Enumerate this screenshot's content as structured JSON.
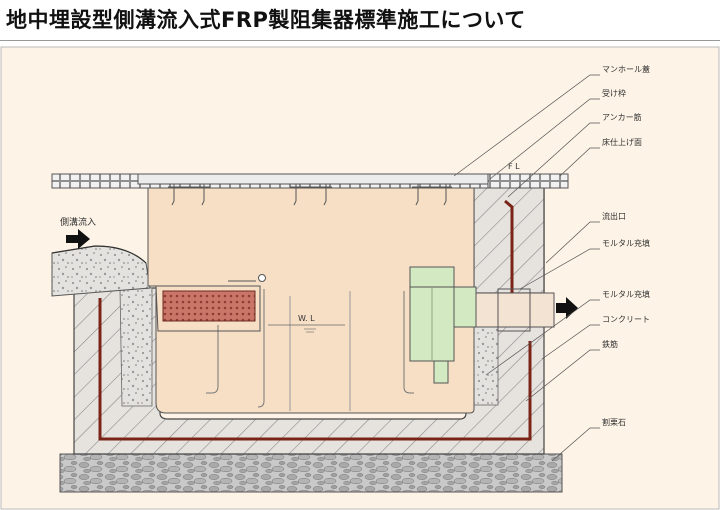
{
  "title": "地中埋設型側溝流入式FRP製阻集器標準施工について",
  "inflow_label": "側溝流入",
  "water_level_label": "W. L",
  "floor_level_label": "F L",
  "callouts": {
    "manhole_cover": "マンホール蓋",
    "receiving_frame": "受け枠",
    "anchor_bar": "アンカー筋",
    "floor_finish": "床仕上げ面",
    "outlet": "流出口",
    "mortar_fill_1": "モルタル充填",
    "mortar_fill_2": "モルタル充填",
    "concrete": "コンクリート",
    "rebar": "鉄筋",
    "crushed_stone": "割栗石"
  },
  "colors": {
    "background": "#fdf3e6",
    "tank": "#f7dfc6",
    "concrete": "#e6e3df",
    "gravel": "#c5c5c5",
    "rebar": "#7a2418",
    "basket": "#c46a5c",
    "outlet_fitting": "#d3e9c1",
    "flow_arrow": "#111111"
  }
}
